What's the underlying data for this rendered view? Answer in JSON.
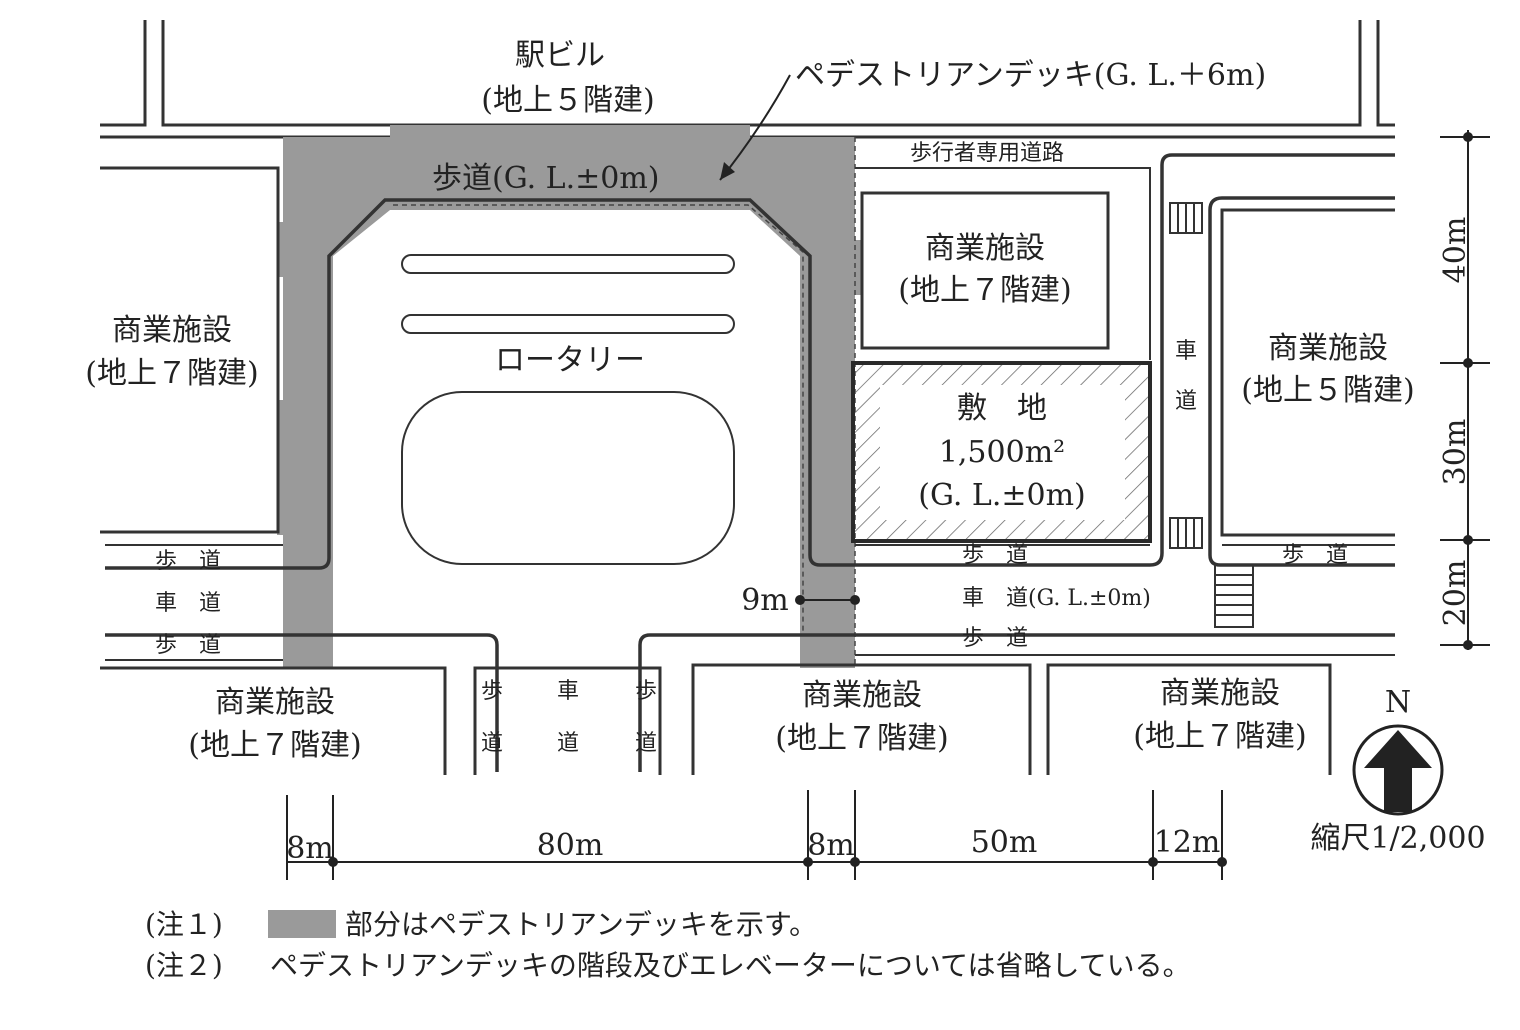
{
  "colors": {
    "deck": "#9a9a9a",
    "line": "#333333",
    "site_border": "#2a2a2a",
    "hatch": "#666666"
  },
  "buildings": {
    "station_name": "駅ビル",
    "station_floors": "(地上５階建)",
    "west_name": "商業施設",
    "west_floors": "(地上７階建)",
    "ne_name": "商業施設",
    "ne_floors": "(地上７階建)",
    "east_name": "商業施設",
    "east_floors": "(地上５階建)",
    "sw_name": "商業施設",
    "sw_floors": "(地上７階建)",
    "sc_name": "商業施設",
    "sc_floors": "(地上７階建)",
    "se_name": "商業施設",
    "se_floors": "(地上７階建)"
  },
  "labels": {
    "deck": "ペデストリアンデッキ(G. L.＋6m)",
    "sidewalk_gl": "歩道(G. L.±0m)",
    "ped_road": "歩行者専用道路",
    "rotary": "ロータリー",
    "site_title": "敷　地",
    "site_area": "1,500m²",
    "site_gl": "(G. L.±0m)",
    "hodo": "歩　道",
    "shado": "車　道",
    "shado_gl": "車　道(G. L.±0m)",
    "ho": "歩",
    "sha": "車",
    "michi": "道",
    "north": "N",
    "scale": "縮尺1/2,000"
  },
  "dims": {
    "d1": "8m",
    "d2": "80m",
    "d3": "8m",
    "d4": "50m",
    "d5": "12m",
    "d9": "9m",
    "v1": "40m",
    "v2": "30m",
    "v3": "20m"
  },
  "notes": {
    "note1_prefix": "(注１)",
    "note1_text": "部分はペデストリアンデッキを示す。",
    "note2_prefix": "(注２)",
    "note2_text": "ペデストリアンデッキの階段及びエレベーターについては省略している。"
  }
}
